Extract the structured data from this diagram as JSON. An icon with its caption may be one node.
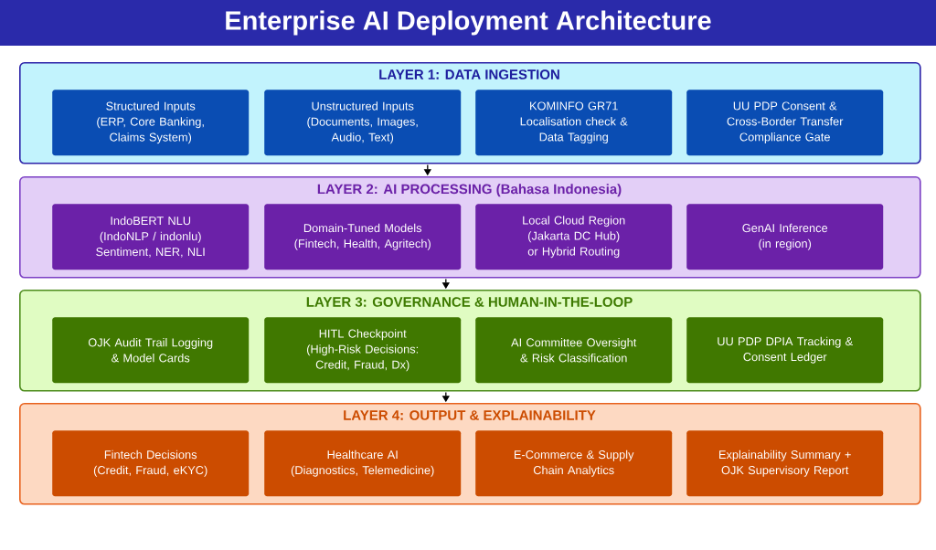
{
  "diagram": {
    "title": "Enterprise AI Deployment Architecture",
    "nodes": [
      {
        "text": [
          "LAYER 1: DATA INGESTION"
        ]
      },
      {
        "text": [
          "Structured Inputs (ERP, Core Banking, Claims System)"
        ],
        "in": 0
      },
      {
        "text": [
          "Unstructured Inputs (Documents, Images, Audio, Text)"
        ],
        "in": 0
      },
      {
        "text": [
          "KOMINFO GR71 Localisation check & Data Tagging"
        ],
        "in": 0
      },
      {
        "text": [
          "UU PDP Consent & Cross-Border Transfer Compliance Gate"
        ],
        "in": 0
      },
      {
        "text": [
          "LAYER 2: AI PROCESSING (Bahasa Indonesia)"
        ]
      },
      {
        "text": [
          "IndoBERT NLU (IndoNLP / indonlu) Sentiment, NER, NLI"
        ],
        "in": 5
      },
      {
        "text": [
          "Domain-Tuned Models (Fintech, Health, Agritech)"
        ],
        "in": 5
      },
      {
        "text": [
          "Local Cloud Region (Jakarta DC Hub) or Hybrid Routing"
        ],
        "in": 5
      },
      {
        "text": [
          "GenAI Inference (in region)"
        ],
        "in": 5
      },
      {
        "text": [
          "LAYER 3: GOVERNANCE & HUMAN-IN-THE-LOOP"
        ]
      },
      {
        "text": [
          "OJK Audit Trail Logging & Model Cards"
        ],
        "in": 10
      },
      {
        "text": [
          "HITL Checkpoint (High-Risk Decisions: Credit, Fraud, Dx)"
        ],
        "in": 10
      },
      {
        "text": [
          "AI Committee Oversight & Risk Classification"
        ],
        "in": 10
      },
      {
        "text": [
          "UU PDP DPIA Tracking & Consent Ledger"
        ],
        "in": 10
      },
      {
        "text": [
          "LAYER 4: OUTPUT & EXPLAINABILITY"
        ]
      },
      {
        "text": [
          "Fintech Decisions (Credit, Fraud, eKYC)"
        ],
        "in": 15
      },
      {
        "text": [
          "Healthcare AI (Diagnostics, Telemedicine)"
        ],
        "in": 15
      },
      {
        "text": [
          "E-Commerce & Supply Chain Analytics"
        ],
        "in": 15
      },
      {
        "text": [
          "Explainability Summary + OJK Supervisory Report"
        ],
        "in": 15
      }
    ],
    "edges": [
      {
        "from": 0,
        "to": 5,
        "arrow": "to"
      },
      {
        "from": 5,
        "to": 10,
        "arrow": "to"
      },
      {
        "from": 10,
        "to": 15,
        "arrow": "to"
      }
    ]
  }
}
